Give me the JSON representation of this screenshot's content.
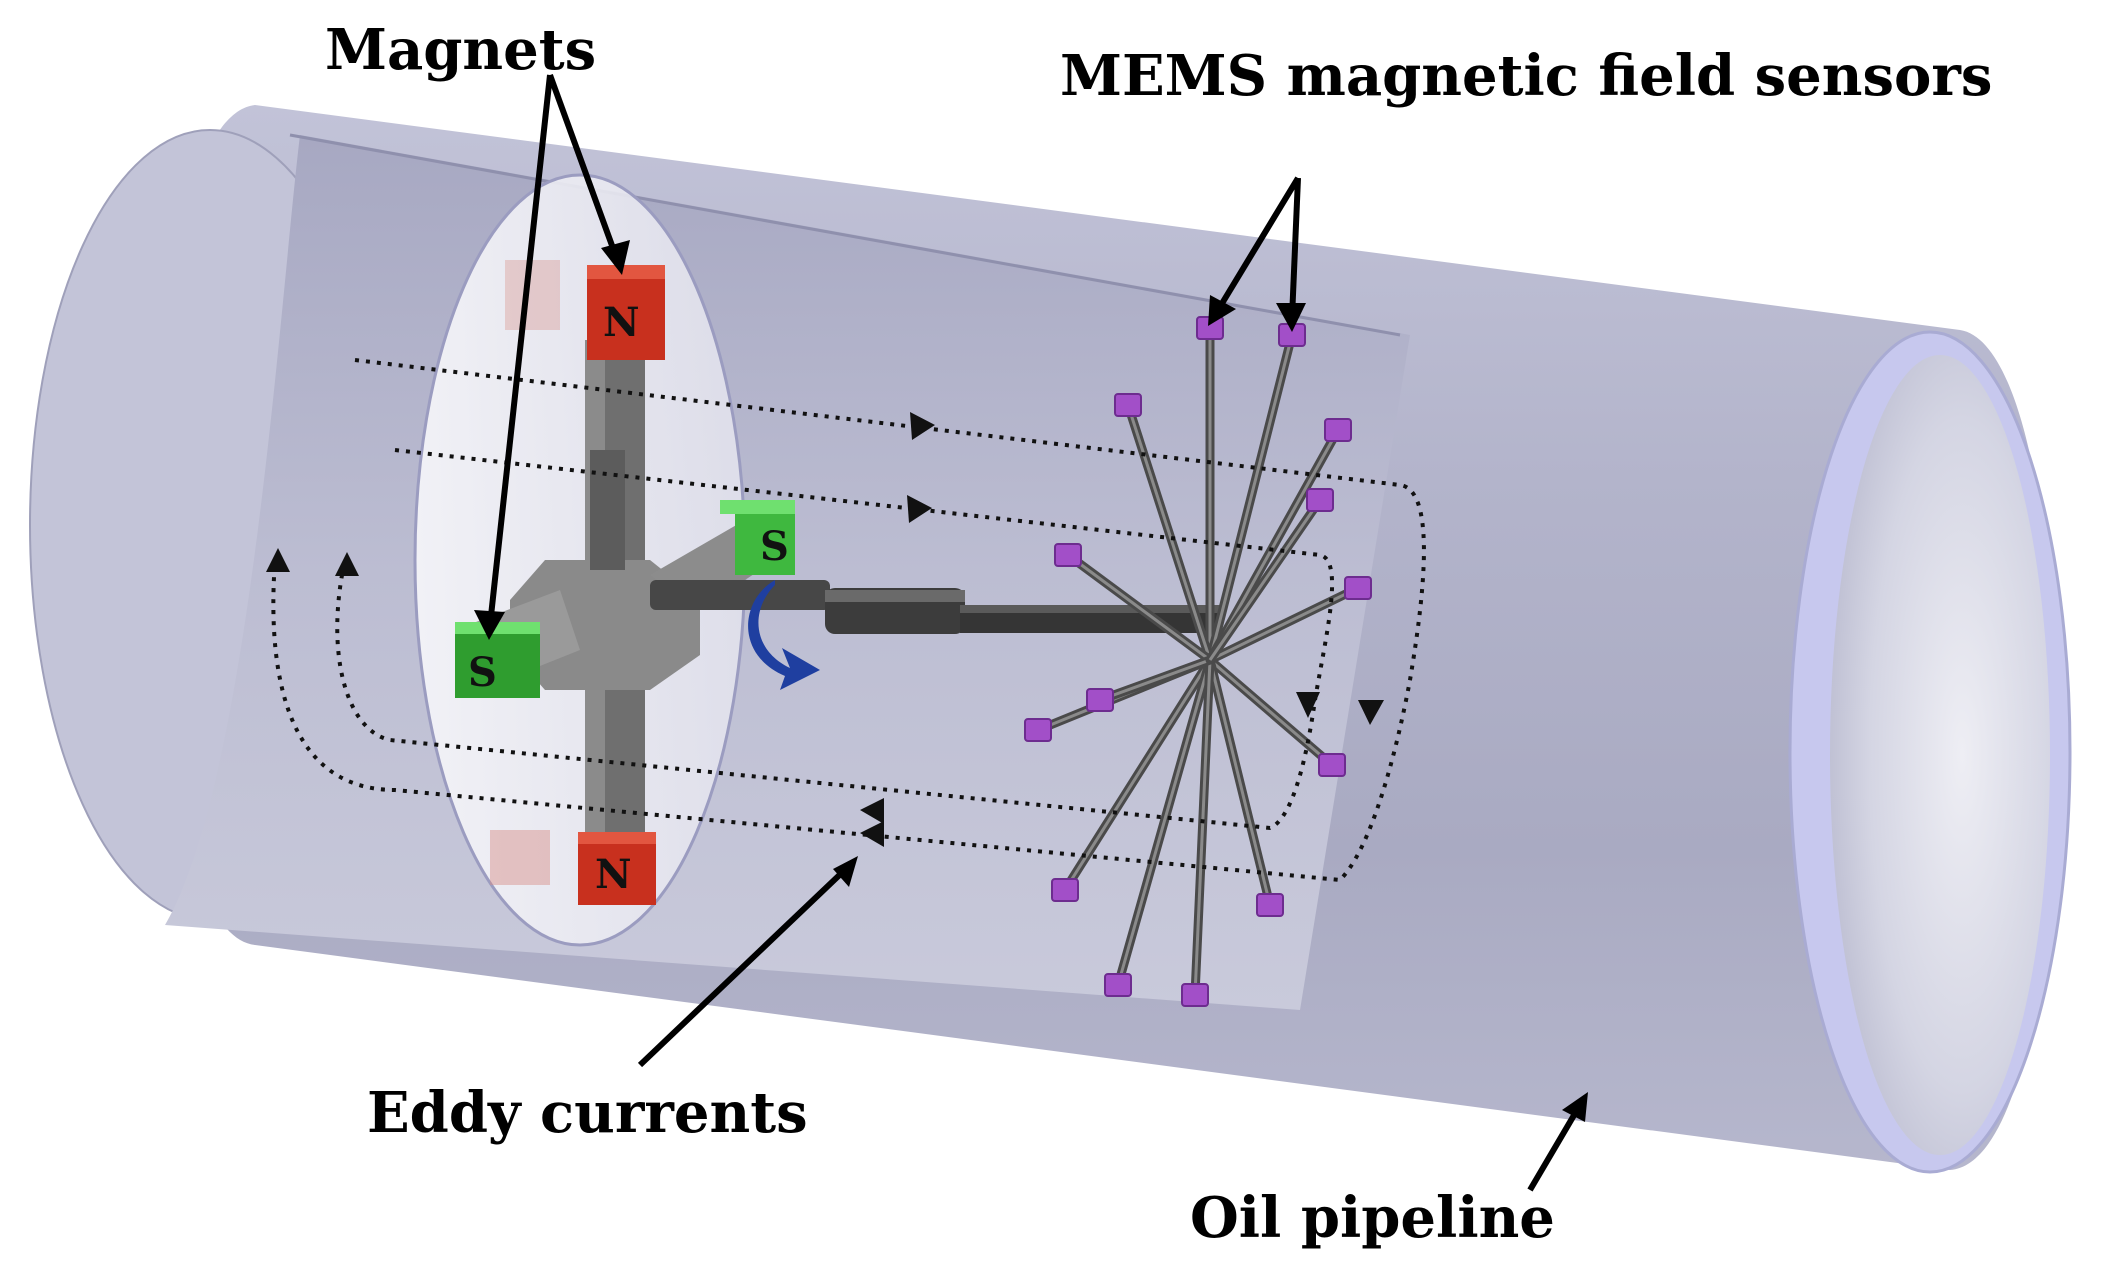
{
  "labels": {
    "magnets": "Magnets",
    "mems": "MEMS magnetic field sensors",
    "eddy": "Eddy currents",
    "oil": "Oil pipeline"
  },
  "poles": {
    "north": "N",
    "south": "S"
  },
  "colors": {
    "pipe_fill": "#b7b8cf",
    "pipe_inner": "#c9cadc",
    "pipe_rim": "#c4c6ea",
    "magnet_north": "#c8301e",
    "magnet_south": "#3fb83f",
    "rotor_gray": "#7d7d7d",
    "shaft": "#3c3c3c",
    "sensor_tip": "#a24fc8",
    "rotation_arrow": "#1f3fa0"
  },
  "icons": {
    "rotation": "curved-arrow-icon"
  },
  "sensor_count": 14
}
